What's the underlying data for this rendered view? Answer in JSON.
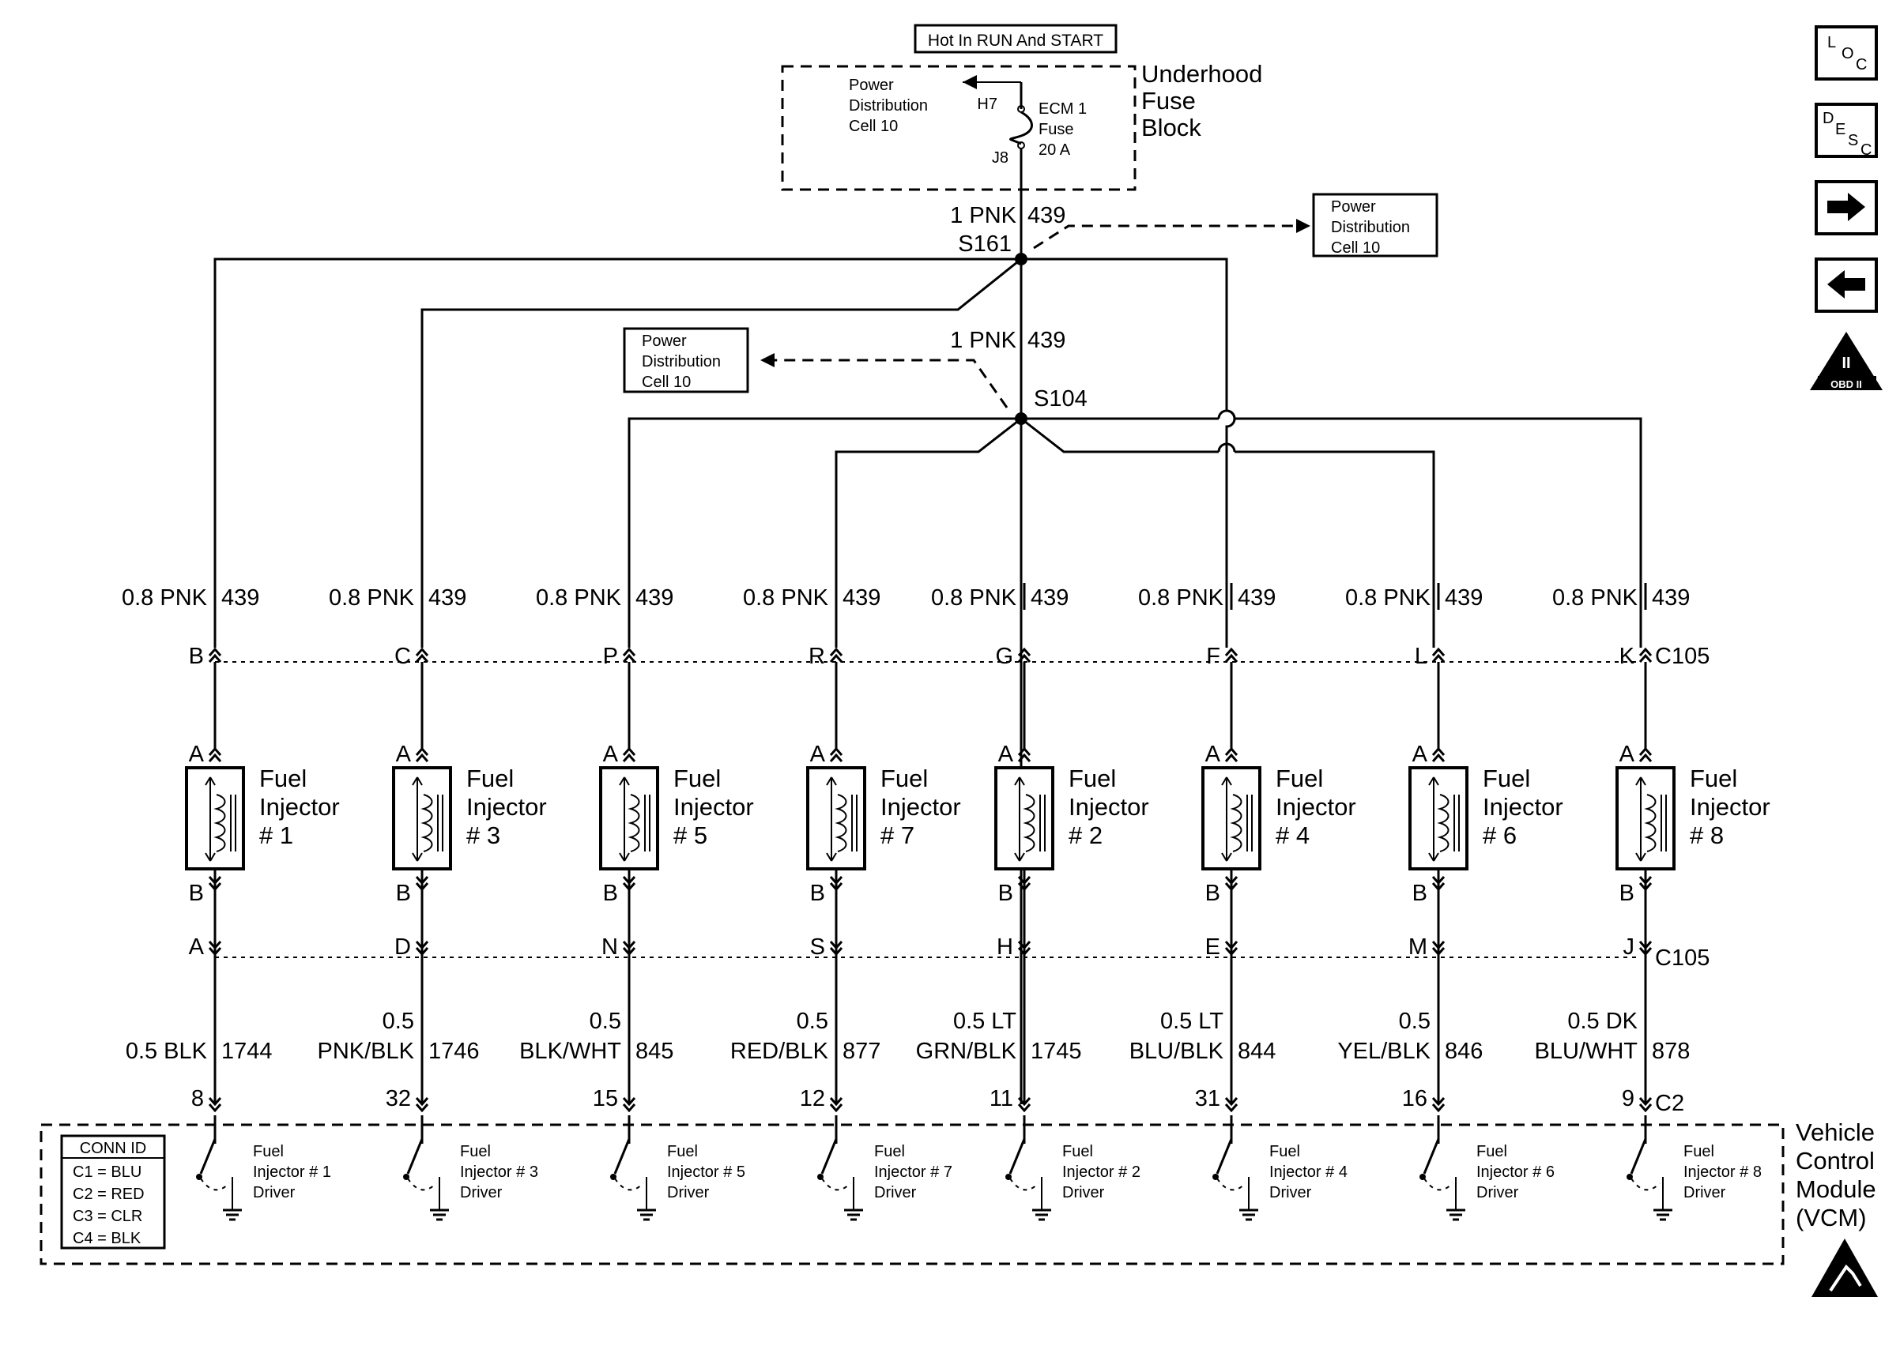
{
  "header": {
    "supply": "Hot In RUN And START",
    "fuse_block": [
      "Underhood",
      "Fuse",
      "Block"
    ],
    "pd_top": [
      "Power",
      "Distribution",
      "Cell 10"
    ],
    "h7": "H7",
    "j8": "J8",
    "fuse": [
      "ECM 1",
      "Fuse",
      "20 A"
    ],
    "feed_gauge": "1 PNK",
    "feed_circuit": "439",
    "feed2_gauge": "1 PNK",
    "feed2_circuit": "439",
    "s161": "S161",
    "s104": "S104",
    "pd_right": [
      "Power",
      "Distribution",
      "Cell 10"
    ],
    "pd_left": [
      "Power",
      "Distribution",
      "Cell 10"
    ]
  },
  "connector": {
    "c105_top": "C105",
    "c105_bottom": "C105",
    "c2": "C2"
  },
  "injectors": [
    {
      "label": [
        "Fuel",
        "Injector",
        "# 1"
      ],
      "feed_gauge": "0.8 PNK",
      "feed_circuit": "439",
      "top_pin": "B",
      "inj_a": "A",
      "inj_b": "B",
      "bot_pin": "A",
      "out_gauge": [
        "",
        "0.5 BLK"
      ],
      "out_circuit": "1744",
      "vcm_pin": "8",
      "driver": [
        "Fuel",
        "Injector # 1",
        "Driver"
      ]
    },
    {
      "label": [
        "Fuel",
        "Injector",
        "# 3"
      ],
      "feed_gauge": "0.8 PNK",
      "feed_circuit": "439",
      "top_pin": "C",
      "inj_a": "A",
      "inj_b": "B",
      "bot_pin": "D",
      "out_gauge": [
        "0.5",
        "PNK/BLK"
      ],
      "out_circuit": "1746",
      "vcm_pin": "32",
      "driver": [
        "Fuel",
        "Injector # 3",
        "Driver"
      ]
    },
    {
      "label": [
        "Fuel",
        "Injector",
        "# 5"
      ],
      "feed_gauge": "0.8 PNK",
      "feed_circuit": "439",
      "top_pin": "P",
      "inj_a": "A",
      "inj_b": "B",
      "bot_pin": "N",
      "out_gauge": [
        "0.5",
        "BLK/WHT"
      ],
      "out_circuit": "845",
      "vcm_pin": "15",
      "driver": [
        "Fuel",
        "Injector # 5",
        "Driver"
      ]
    },
    {
      "label": [
        "Fuel",
        "Injector",
        "# 7"
      ],
      "feed_gauge": "0.8 PNK",
      "feed_circuit": "439",
      "top_pin": "R",
      "inj_a": "A",
      "inj_b": "B",
      "bot_pin": "S",
      "out_gauge": [
        "0.5",
        "RED/BLK"
      ],
      "out_circuit": "877",
      "vcm_pin": "12",
      "driver": [
        "Fuel",
        "Injector # 7",
        "Driver"
      ]
    },
    {
      "label": [
        "Fuel",
        "Injector",
        "# 2"
      ],
      "feed_gauge": "0.8 PNK",
      "feed_circuit": "439",
      "top_pin": "G",
      "inj_a": "A",
      "inj_b": "B",
      "bot_pin": "H",
      "out_gauge": [
        "0.5 LT",
        "GRN/BLK"
      ],
      "out_circuit": "1745",
      "vcm_pin": "11",
      "driver": [
        "Fuel",
        "Injector # 2",
        "Driver"
      ]
    },
    {
      "label": [
        "Fuel",
        "Injector",
        "# 4"
      ],
      "feed_gauge": "0.8 PNK",
      "feed_circuit": "439",
      "top_pin": "F",
      "inj_a": "A",
      "inj_b": "B",
      "bot_pin": "E",
      "out_gauge": [
        "0.5 LT",
        "BLU/BLK"
      ],
      "out_circuit": "844",
      "vcm_pin": "31",
      "driver": [
        "Fuel",
        "Injector # 4",
        "Driver"
      ]
    },
    {
      "label": [
        "Fuel",
        "Injector",
        "# 6"
      ],
      "feed_gauge": "0.8 PNK",
      "feed_circuit": "439",
      "top_pin": "L",
      "inj_a": "A",
      "inj_b": "B",
      "bot_pin": "M",
      "out_gauge": [
        "0.5",
        "YEL/BLK"
      ],
      "out_circuit": "846",
      "vcm_pin": "16",
      "driver": [
        "Fuel",
        "Injector # 6",
        "Driver"
      ]
    },
    {
      "label": [
        "Fuel",
        "Injector",
        "# 8"
      ],
      "feed_gauge": "0.8 PNK",
      "feed_circuit": "439",
      "top_pin": "K",
      "inj_a": "A",
      "inj_b": "B",
      "bot_pin": "J",
      "out_gauge": [
        "0.5 DK",
        "BLU/WHT"
      ],
      "out_circuit": "878",
      "vcm_pin": "9",
      "driver": [
        "Fuel",
        "Injector # 8",
        "Driver"
      ]
    }
  ],
  "vcm": {
    "name": [
      "Vehicle",
      "Control",
      "Module",
      "(VCM)"
    ],
    "conn_id_title": "CONN ID",
    "conn_id_rows": [
      "C1 = BLU",
      "C2 = RED",
      "C3 = CLR",
      "C4 = BLK"
    ]
  },
  "nav": {
    "loc": [
      "L",
      "O",
      "C"
    ],
    "desc": [
      "D",
      "E",
      "S",
      "C"
    ],
    "obd": [
      "II",
      "OBD II"
    ]
  }
}
